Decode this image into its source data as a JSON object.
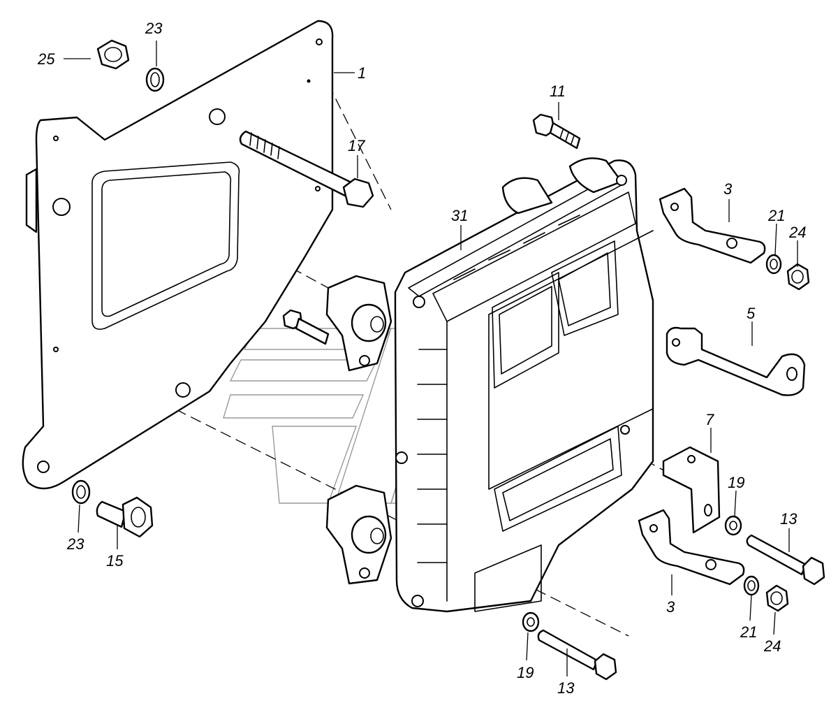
{
  "diagram": {
    "parts": [
      {
        "id": "mounting-plate",
        "number": "1"
      },
      {
        "id": "bracket-upper-right",
        "number": "3"
      },
      {
        "id": "bracket-lower",
        "number": "3"
      },
      {
        "id": "bracket-long",
        "number": "5"
      },
      {
        "id": "bracket-angle",
        "number": "7"
      },
      {
        "id": "bolt-upper",
        "number": "11"
      },
      {
        "id": "bolt-right",
        "number": "13"
      },
      {
        "id": "bolt-bottom",
        "number": "13"
      },
      {
        "id": "bolt-short",
        "number": "15"
      },
      {
        "id": "bolt-long",
        "number": "17"
      },
      {
        "id": "washer-right",
        "number": "19"
      },
      {
        "id": "washer-bottom",
        "number": "19"
      },
      {
        "id": "lock-washer-upper-right",
        "number": "21"
      },
      {
        "id": "lock-washer-lower-right",
        "number": "21"
      },
      {
        "id": "spring-washer-top",
        "number": "23"
      },
      {
        "id": "spring-washer-bottom",
        "number": "23"
      },
      {
        "id": "nut-upper-right",
        "number": "24"
      },
      {
        "id": "nut-lower-right",
        "number": "24"
      },
      {
        "id": "nut-top-left",
        "number": "25"
      },
      {
        "id": "control-unit",
        "number": "31"
      }
    ]
  }
}
